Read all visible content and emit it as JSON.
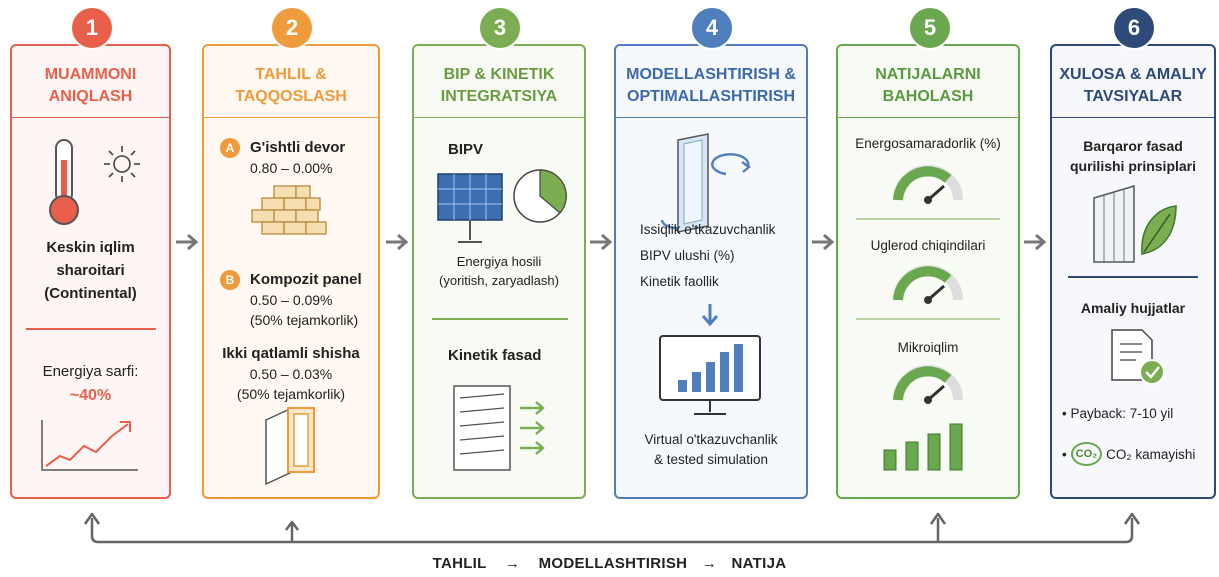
{
  "steps": [
    {
      "num": "1",
      "title_l1": "MUAMMONI",
      "title_l2": "ANIQLASH",
      "color": "#e8604c"
    },
    {
      "num": "2",
      "title_l1": "TAHLIL &",
      "title_l2": "TAQQOSLASH",
      "color": "#ef9a3b"
    },
    {
      "num": "3",
      "title_l1": "BIP & KINETIK",
      "title_l2": "INTEGRATSIYA",
      "color": "#7cad52"
    },
    {
      "num": "4",
      "title_l1": "MODELLASHTIRISH &",
      "title_l2": "OPTIMALLASHTIRISH",
      "color": "#4f7ebd"
    },
    {
      "num": "5",
      "title_l1": "NATIJALARNI",
      "title_l2": "BAHOLASH",
      "color": "#6aa84f"
    },
    {
      "num": "6",
      "title_l1": "XULOSA & AMALIY",
      "title_l2": "TAVSIYALAR",
      "color": "#2e4a78"
    }
  ],
  "p1": {
    "climate_l1": "Keskin iqlim",
    "climate_l2": "sharoitari",
    "climate_l3": "(Continental)",
    "energy_label": "Energiya sarfi:",
    "energy_value": "~40%"
  },
  "p2": {
    "a_badge": "A",
    "a_title": "G'ishtli devor",
    "a_value": "0.80 – 0.00%",
    "b_badge": "B",
    "b_title": "Kompozit panel",
    "b_value": "0.50 – 0.09%",
    "b_note": "(50% tejamkorlik)",
    "c_title": "Ikki qatlamli shisha",
    "c_value": "0.50 – 0.03%",
    "c_note": "(50% tejamkorlik)"
  },
  "p3": {
    "bipv": "BIPV",
    "energy_l1": "Energiya hosili",
    "energy_l2": "(yoritish, zaryadlash)",
    "kinetic": "Kinetik fasad"
  },
  "p4": {
    "item1": "Issiqlik o'tkazuvchanlik",
    "item2": "BIPV ulushi (%)",
    "item3": "Kinetik faollik",
    "virtual_l1": "Virtual o'tkazuvchanlik",
    "virtual_l2": "& tested simulation"
  },
  "p5": {
    "m1": "Energosamaradorlik (%)",
    "m2": "Uglerod chiqindilari",
    "m3": "Mikroiqlim"
  },
  "p6": {
    "principles_l1": "Barqaror fasad",
    "principles_l2": "qurilishi prinsiplari",
    "docs": "Amaliy hujjatlar",
    "payback": "Payback: 7-10 yil",
    "co2_icon": "CO₂",
    "co2": "CO₂ kamayishi"
  },
  "footer": {
    "t1": "TAHLIL",
    "t2": "MODELLASHTIRISH",
    "t3": "NATIJA",
    "arrow": "→"
  }
}
